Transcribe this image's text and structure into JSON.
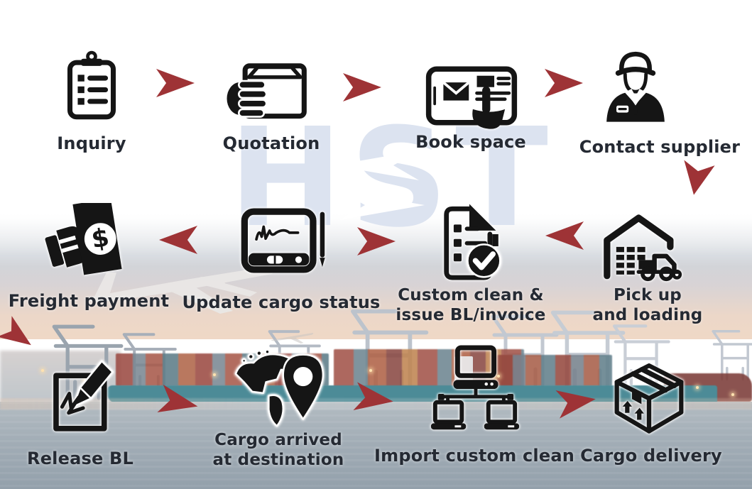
{
  "watermark": {
    "text": "HST"
  },
  "colors": {
    "arrow": "#9e3336",
    "icon": "#151515",
    "label": "#252a33",
    "watermark": "#dce3f0",
    "ship_hull": "#4c8b97",
    "water": "#a2adb6",
    "sky_pink": "#eed8c8"
  },
  "steps": [
    {
      "name": "inquiry",
      "icon": "clipboard-icon",
      "label": "Inquiry"
    },
    {
      "name": "quotation",
      "icon": "envelope-hand-icon",
      "label": "Quotation"
    },
    {
      "name": "book-space",
      "icon": "tablet-booking-icon",
      "label": "Book space"
    },
    {
      "name": "contact-supplier",
      "icon": "support-worker-icon",
      "label": "Contact supplier"
    },
    {
      "name": "freight-payment",
      "icon": "cash-payment-icon",
      "label": "Freight payment"
    },
    {
      "name": "update-cargo-status",
      "icon": "signature-pad-icon",
      "label": "Update cargo status"
    },
    {
      "name": "custom-clean",
      "icon": "checklist-document-icon",
      "label1": "Custom clean &",
      "label2": "issue BL/invoice"
    },
    {
      "name": "pick-up-loading",
      "icon": "warehouse-truck-icon",
      "label1": "Pick up",
      "label2": "and loading"
    },
    {
      "name": "release-bl",
      "icon": "sign-document-icon",
      "label": "Release BL"
    },
    {
      "name": "cargo-arrived",
      "icon": "globe-pin-icon",
      "label1": "Cargo arrived",
      "label2": "at destination"
    },
    {
      "name": "import-custom-clean",
      "icon": "computer-network-icon",
      "label": "Import custom clean"
    },
    {
      "name": "cargo-delivery",
      "icon": "package-box-icon",
      "label": "Cargo delivery"
    }
  ]
}
